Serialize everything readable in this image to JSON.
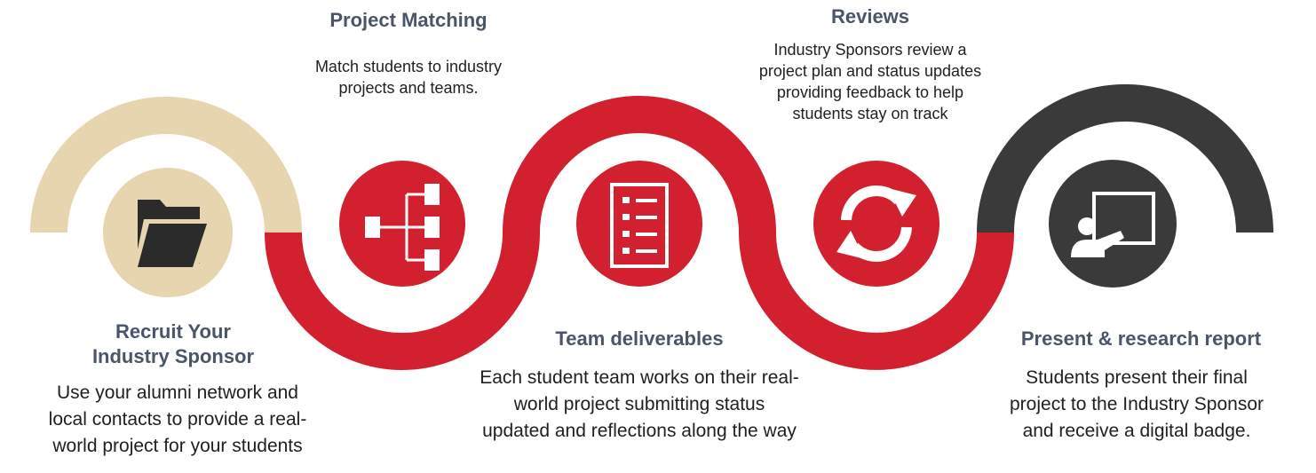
{
  "steps": [
    {
      "id": "recruit",
      "title_lines": [
        "Recruit Your",
        "Industry Sponsor"
      ],
      "desc_lines": [
        "Use your alumni network and",
        "local contacts to provide a real-",
        "world project for your students"
      ],
      "color": "#e6d5ae",
      "icon": "folder-icon"
    },
    {
      "id": "matching",
      "title_lines": [
        "Project Matching"
      ],
      "desc_lines": [
        "Match students to industry",
        "projects and teams."
      ],
      "color": "#d2202f",
      "icon": "org-chart-icon"
    },
    {
      "id": "deliverables",
      "title_lines": [
        "Team deliverables"
      ],
      "desc_lines": [
        "Each student team works on their real-",
        "world project submitting status",
        "updated and reflections along the way"
      ],
      "color": "#d2202f",
      "icon": "checklist-icon"
    },
    {
      "id": "reviews",
      "title_lines": [
        "Reviews"
      ],
      "desc_lines": [
        "Industry Sponsors review a",
        "project plan and status updates",
        "providing feedback to help",
        "students stay on track"
      ],
      "color": "#d2202f",
      "icon": "refresh-icon"
    },
    {
      "id": "present",
      "title_lines": [
        "Present & research report"
      ],
      "desc_lines": [
        "Students present their final",
        "project to the Industry Sponsor",
        "and receive a digital badge."
      ],
      "color": "#3a3a3a",
      "icon": "presentation-icon"
    }
  ],
  "colors": {
    "tan": "#e6d5ae",
    "red": "#d2202f",
    "dark": "#3a3a3a",
    "icon_dark": "#2b2b2b",
    "title": "#4a5568"
  }
}
